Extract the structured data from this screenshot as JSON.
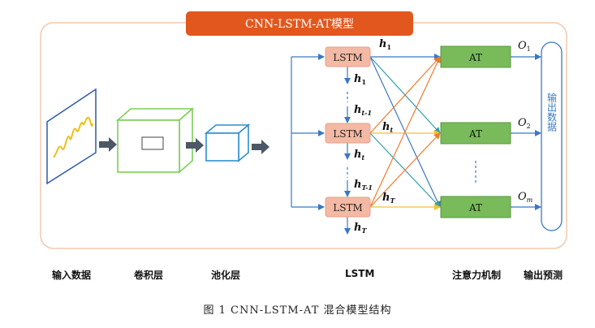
{
  "title": "CNN-LSTM-AT模型",
  "lstm_label": "LSTM",
  "at_label": "AT",
  "output_box_label": "输出数据",
  "hidden_labels": {
    "h1_right": "h",
    "h1_right_sub": "1",
    "h1_down": "h",
    "h1_down_sub": "1",
    "ht1_down": "h",
    "ht1_down_sub": "t-1",
    "ht_right": "h",
    "ht_right_sub": "t",
    "ht_down": "h",
    "ht_down_sub": "t",
    "hT1_down": "h",
    "hT1_down_sub": "T-1",
    "hT_right": "h",
    "hT_right_sub": "T",
    "hT_down": "h",
    "hT_down_sub": "T"
  },
  "outputs": [
    {
      "main": "O",
      "sub": "1"
    },
    {
      "main": "O",
      "sub": "2"
    },
    {
      "main": "O",
      "sub": "m"
    }
  ],
  "bottom_labels": {
    "input": "输入数据",
    "conv": "卷积层",
    "pool": "池化层",
    "lstm": "LSTM",
    "attention": "注意力机制",
    "output": "输出预测"
  },
  "caption": "图 1   CNN-LSTM-AT 混合模型结构",
  "colors": {
    "title_bg": "#e2571e",
    "frame": "#f2c8b0",
    "lstm_fill": "#f4b9a4",
    "at_fill": "#79bb5a",
    "at_stroke": "#5a9a3e",
    "blue": "#3a78c2",
    "orange": "#ee7a2d",
    "yellow": "#f2c12c",
    "teal": "#2f9fb0",
    "input_line": "#2d5aa8",
    "signal": "#e8c21b",
    "conv_stroke": "#7ccf55",
    "pool_stroke": "#2d8fd0",
    "arrow_gray": "#4d5866"
  }
}
